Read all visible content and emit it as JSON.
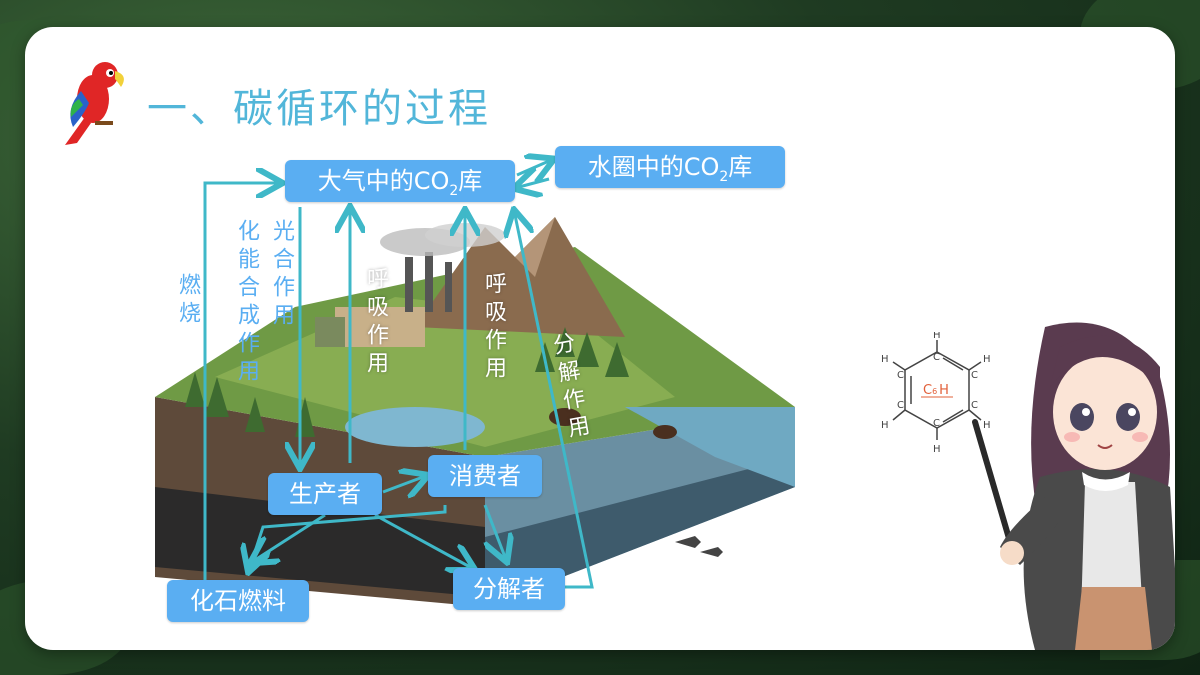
{
  "title": "一、碳循环的过程",
  "nodes": {
    "atmosphere": {
      "prefix": "大气中的CO",
      "sub": "2",
      "suffix": "库"
    },
    "hydrosphere": {
      "prefix": "水圈中的CO",
      "sub": "2",
      "suffix": "库"
    },
    "producer": "生产者",
    "consumer": "消费者",
    "fossil_fuel": "化石燃料",
    "decomposer": "分解者"
  },
  "process_labels": {
    "combustion": "燃烧",
    "chemosynthesis": "化能合成作用",
    "photosynthesis": "光合作用",
    "respiration_producer": "呼吸作用",
    "respiration_consumer": "呼吸作用",
    "decomposition": "分解作用"
  },
  "chem_label": {
    "c": "C",
    "c_sub": "6",
    "h": "H"
  },
  "colors": {
    "accent": "#52b6d9",
    "node_bg": "#5aaef2",
    "arrow": "#3fb8c8",
    "background": "#1f3b22"
  }
}
